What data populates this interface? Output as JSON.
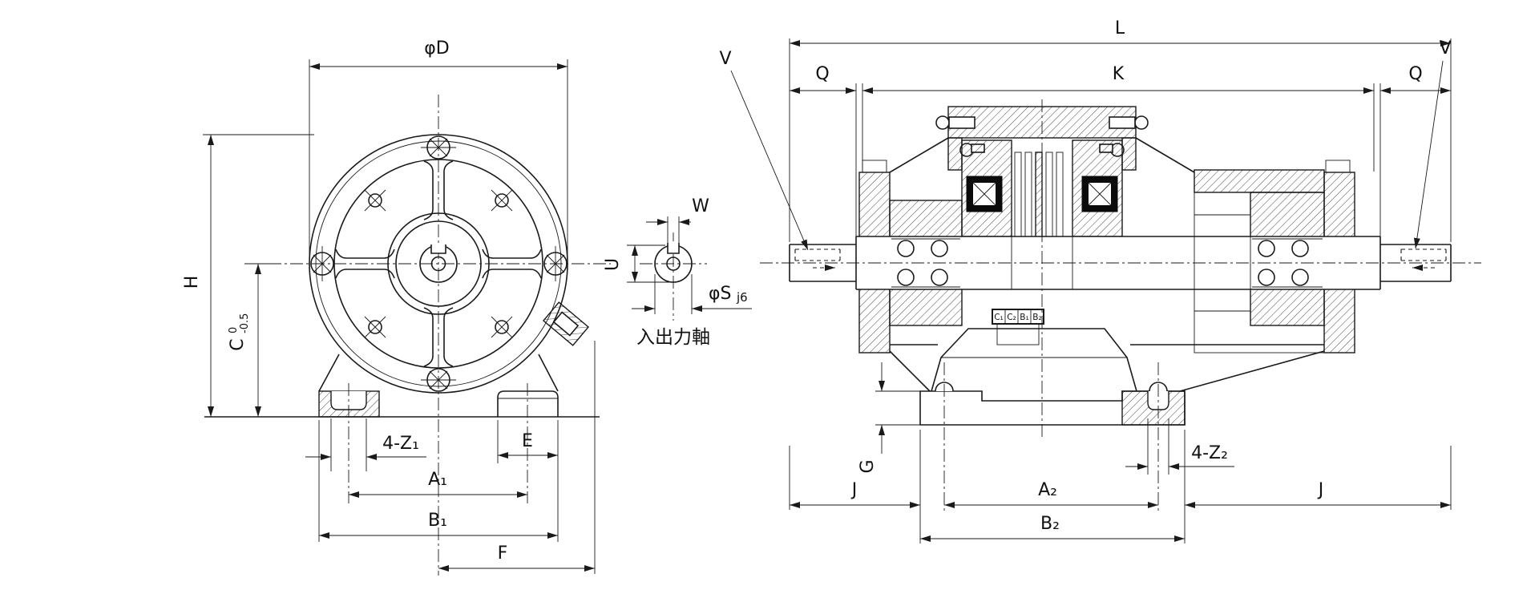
{
  "colors": {
    "line": "#1a1a1a",
    "background": "#ffffff",
    "text": "#111111"
  },
  "front_view": {
    "dim_diameter": "φD",
    "dim_height": "H",
    "dim_c": {
      "letter": "C",
      "upper": "0",
      "lower": "-0.5"
    },
    "dim_slots": "4-Z₁",
    "dim_foot": "E",
    "dim_a": "A₁",
    "dim_b": "B₁",
    "dim_f": "F"
  },
  "shaft_detail": {
    "dim_key_width": "W",
    "dim_key_depth": "U",
    "dim_shaft": "φS",
    "shaft_fit": "j6",
    "caption": "入出力軸"
  },
  "side_view": {
    "dim_length": "L",
    "dim_body": "K",
    "dim_shaft_left": "Q",
    "dim_shaft_right": "Q",
    "key_left": "V",
    "key_right": "V",
    "dim_step": "G",
    "dim_j_left": "J",
    "dim_j_right": "J",
    "dim_a": "A₂",
    "dim_b": "B₂",
    "dim_slots": "4-Z₂",
    "nameplate": [
      "C₁",
      "C₂",
      "B₁",
      "B₂"
    ]
  }
}
